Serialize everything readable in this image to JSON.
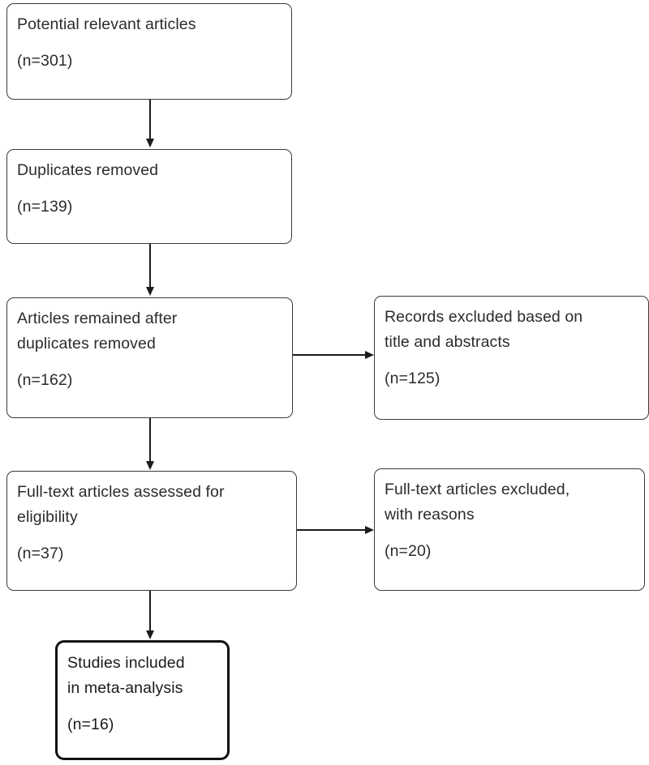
{
  "diagram": {
    "type": "prisma-flow-diagram",
    "title": "",
    "nodes": [
      {
        "id": "potential-relevant-articles",
        "lines": [
          "Potential relevant articles"
        ],
        "count_label": "(n=301)",
        "count": 301,
        "emphasis": false
      },
      {
        "id": "duplicates-removed",
        "lines": [
          "Duplicates removed"
        ],
        "count_label": "(n=139)",
        "count": 139,
        "emphasis": false
      },
      {
        "id": "articles-remained-after-duplicates-removed",
        "lines": [
          "Articles remained after",
          "duplicates removed"
        ],
        "count_label": "(n=162)",
        "count": 162,
        "emphasis": false
      },
      {
        "id": "records-excluded-title-abstracts",
        "lines": [
          "Records excluded based on",
          "title and abstracts"
        ],
        "count_label": "(n=125)",
        "count": 125,
        "emphasis": false
      },
      {
        "id": "full-text-articles-assessed",
        "lines": [
          "Full-text articles assessed for",
          "eligibility"
        ],
        "count_label": "(n=37)",
        "count": 37,
        "emphasis": false
      },
      {
        "id": "full-text-articles-excluded",
        "lines": [
          "Full-text articles excluded,",
          "with reasons"
        ],
        "count_label": "(n=20)",
        "count": 20,
        "emphasis": false
      },
      {
        "id": "studies-included-meta-analysis",
        "lines": [
          "Studies included",
          "in meta-analysis"
        ],
        "count_label": "(n=16)",
        "count": 16,
        "emphasis": true
      }
    ],
    "edges": [
      {
        "from": "potential-relevant-articles",
        "to": "duplicates-removed",
        "direction": "down"
      },
      {
        "from": "duplicates-removed",
        "to": "articles-remained-after-duplicates-removed",
        "direction": "down"
      },
      {
        "from": "articles-remained-after-duplicates-removed",
        "to": "records-excluded-title-abstracts",
        "direction": "right"
      },
      {
        "from": "articles-remained-after-duplicates-removed",
        "to": "full-text-articles-assessed",
        "direction": "down"
      },
      {
        "from": "full-text-articles-assessed",
        "to": "full-text-articles-excluded",
        "direction": "right"
      },
      {
        "from": "full-text-articles-assessed",
        "to": "studies-included-meta-analysis",
        "direction": "down"
      }
    ],
    "colors": {
      "background": "#ffffff",
      "box_border": "#3a3a3a",
      "box_border_emphasis": "#111111",
      "text": "#2b2b2b",
      "connector": "#1c1c1c"
    }
  }
}
